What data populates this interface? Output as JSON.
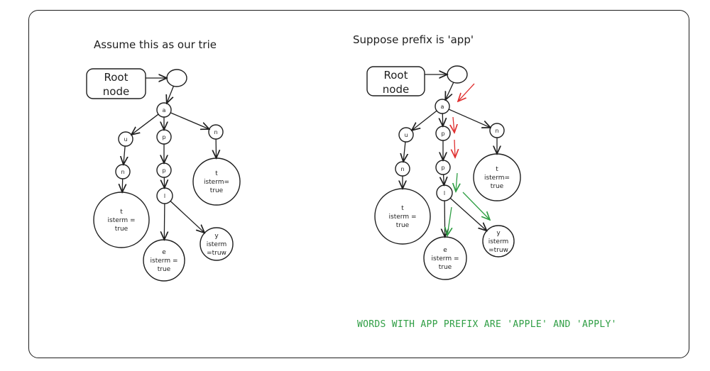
{
  "left_panel": {
    "title": "Assume this as our trie",
    "root_label": [
      "Root",
      "node"
    ],
    "nodes": {
      "a": [
        "a"
      ],
      "u": [
        "u"
      ],
      "p1": [
        "p"
      ],
      "n1": [
        "n"
      ],
      "n2": [
        "n"
      ],
      "p2": [
        "p"
      ],
      "l": [
        "l"
      ],
      "t1": [
        "t",
        "isterm =",
        "true"
      ],
      "t2": [
        "t",
        "isterm=",
        "true"
      ],
      "e": [
        "e",
        "isterm =",
        "true"
      ],
      "y": [
        "y",
        "isterm",
        "=truw"
      ]
    }
  },
  "right_panel": {
    "title": "Suppose prefix is 'app'",
    "root_label": [
      "Root",
      "node"
    ],
    "nodes": {
      "a": [
        "a"
      ],
      "u": [
        "u"
      ],
      "p1": [
        "p"
      ],
      "n1": [
        "n"
      ],
      "n2": [
        "n"
      ],
      "p2": [
        "p"
      ],
      "l": [
        "l"
      ],
      "t1": [
        "t",
        "isterm =",
        "true"
      ],
      "t2": [
        "t",
        "isterm=",
        "true"
      ],
      "e": [
        "e",
        "isterm =",
        "true"
      ],
      "y": [
        "y",
        "isterm",
        "=truw"
      ]
    },
    "conclusion": "WORDS WITH APP PREFIX ARE 'APPLE' AND 'APPLY'"
  },
  "colors": {
    "stroke": "#1e1e1e",
    "search_path": "#e03131",
    "result_path": "#2f9e44"
  }
}
